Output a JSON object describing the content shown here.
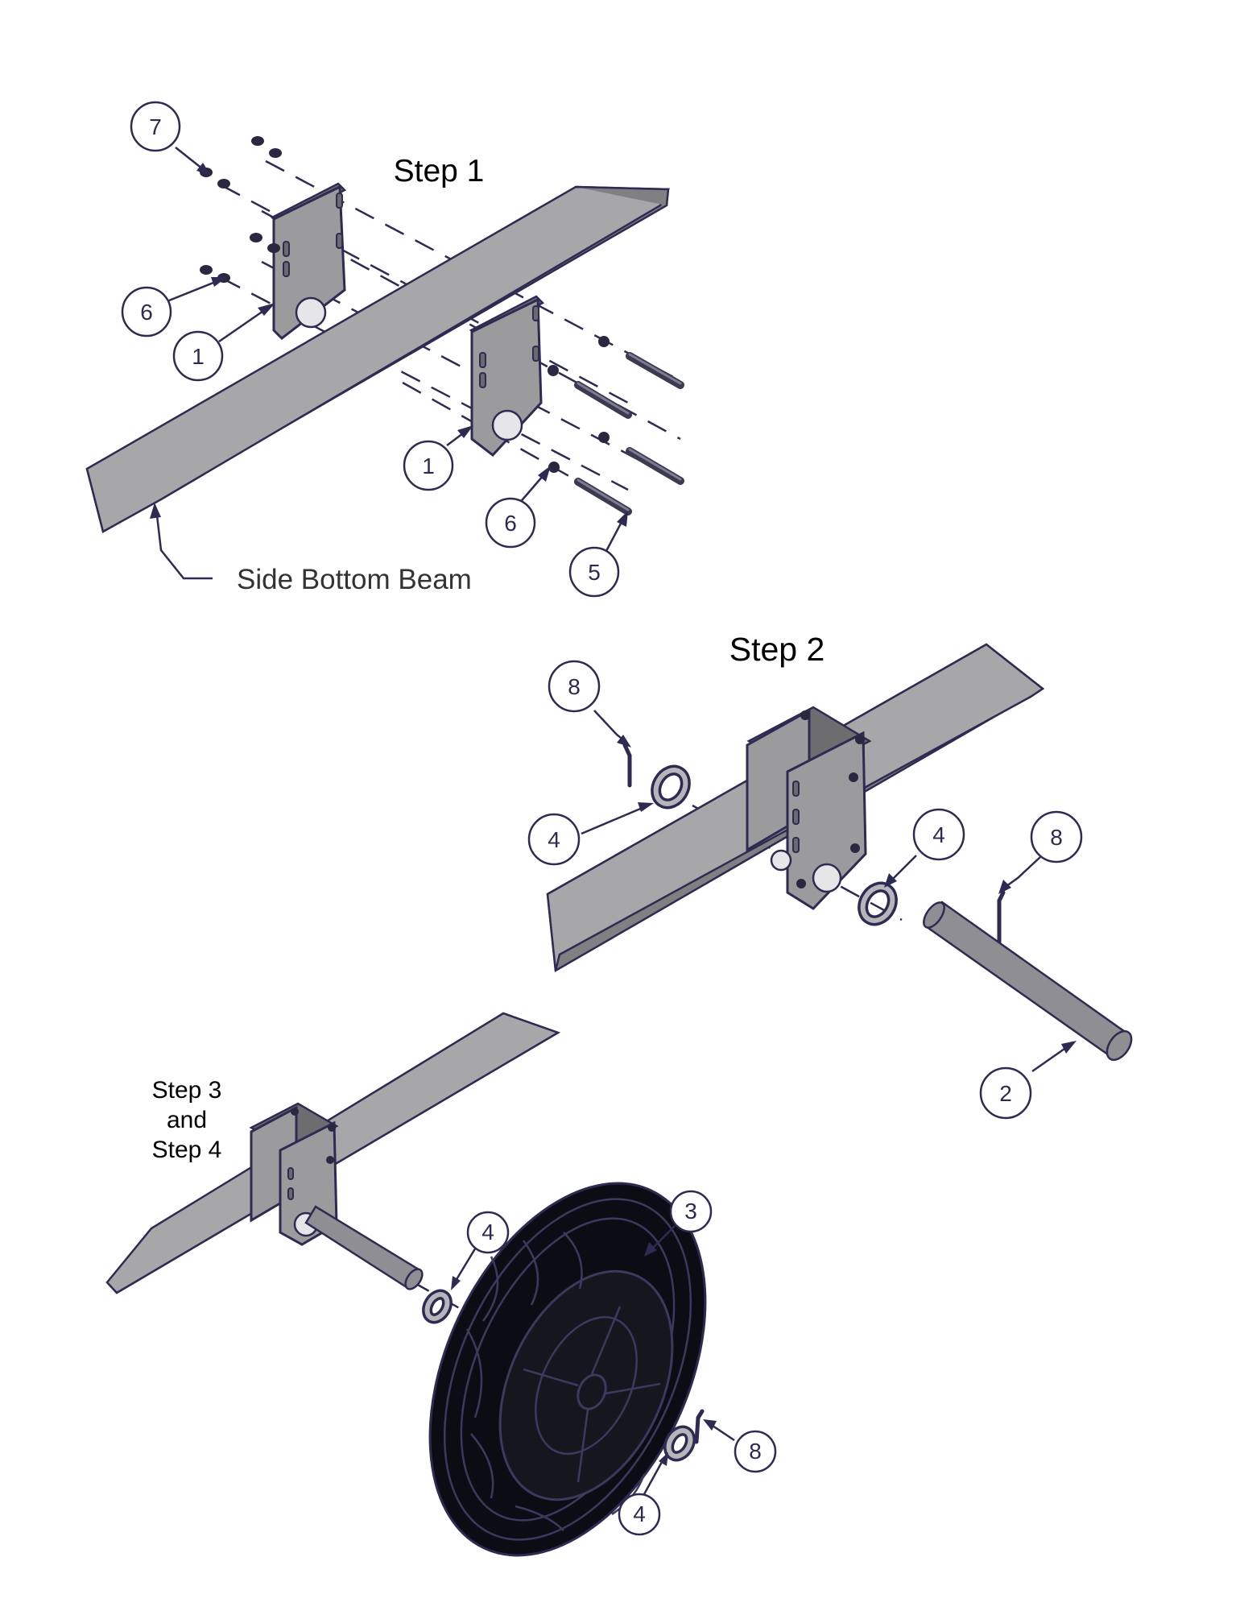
{
  "steps": {
    "step1": "Step 1",
    "step2": "Step 2",
    "step34_line1": "Step 3",
    "step34_line2": "and",
    "step34_line3": "Step 4"
  },
  "labels": {
    "side_bottom_beam": "Side Bottom Beam"
  },
  "callouts": {
    "s1_7": "7",
    "s1_6a": "6",
    "s1_1a": "1",
    "s1_1b": "1",
    "s1_6b": "6",
    "s1_5": "5",
    "s2_8a": "8",
    "s2_4a": "4",
    "s2_4b": "4",
    "s2_8b": "8",
    "s2_2": "2",
    "s3_4a": "4",
    "s3_3": "3",
    "s3_8": "8",
    "s3_4b": "4"
  },
  "colors": {
    "line": "#2e2b52",
    "beam": "#a7a7a9",
    "plate": "#9b9b9e",
    "tire": "#0c0c14"
  }
}
